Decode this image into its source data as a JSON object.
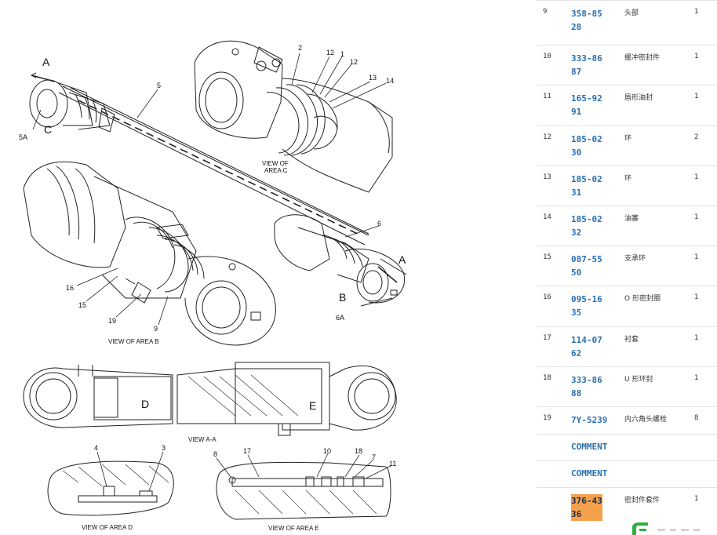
{
  "diagram": {
    "labels": {
      "a": "A",
      "b": "B",
      "c": "C",
      "d": "D",
      "e": "E",
      "n2": "2",
      "n3": "3",
      "n4": "4",
      "n5": "5",
      "n5a": "5A",
      "n6": "6",
      "n6a": "6A",
      "n7": "7",
      "n8": "8",
      "n9": "9",
      "n10": "10",
      "n11": "11",
      "n12": "12",
      "n13": "13",
      "n14": "14",
      "n15": "15",
      "n16": "16",
      "n17": "17",
      "n18": "18",
      "n19": "19"
    },
    "captions": {
      "area_c_1": "VIEW OF",
      "area_c_2": "AREA C",
      "area_b": "VIEW OF AREA B",
      "section": "VIEW A-A",
      "area_d": "VIEW OF AREA D",
      "area_e": "VIEW OF AREA E"
    }
  },
  "parts": [
    {
      "no": "9",
      "pn": "358-8528",
      "name": "头部",
      "qty": "1"
    },
    {
      "no": "10",
      "pn": "333-8687",
      "name": "缓冲密封件",
      "qty": "1"
    },
    {
      "no": "11",
      "pn": "165-9291",
      "name": "唇形油封",
      "qty": "1"
    },
    {
      "no": "12",
      "pn": "185-0230",
      "name": "环",
      "qty": "2"
    },
    {
      "no": "13",
      "pn": "185-0231",
      "name": "环",
      "qty": "1"
    },
    {
      "no": "14",
      "pn": "185-0232",
      "name": "油塞",
      "qty": "1"
    },
    {
      "no": "15",
      "pn": "087-5550",
      "name": "支承环",
      "qty": "1"
    },
    {
      "no": "16",
      "pn": "095-1635",
      "name": "O 形密封圈",
      "qty": "1"
    },
    {
      "no": "17",
      "pn": "114-0762",
      "name": "衬套",
      "qty": "1"
    },
    {
      "no": "18",
      "pn": "333-8688",
      "name": "U 形环封",
      "qty": "1"
    },
    {
      "no": "19",
      "pn": "7Y-5239",
      "name": "内六角头螺栓",
      "qty": "8"
    }
  ],
  "comments": [
    "COMMENT",
    "COMMENT"
  ],
  "kit": {
    "pn": "376-4336",
    "name": "密封件套件",
    "qty": "1"
  },
  "colors": {
    "link": "#2a6fb0",
    "highlight": "#f5a04a",
    "logo": "#2fae3f"
  }
}
